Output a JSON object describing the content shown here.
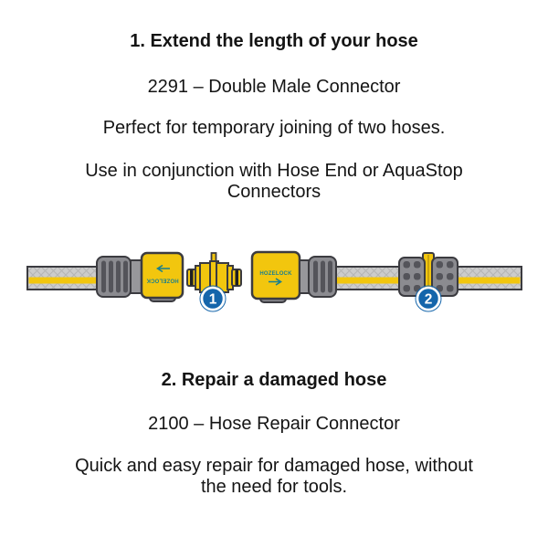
{
  "section1": {
    "heading": "1. Extend the length of your hose",
    "product_line": "2291 – Double Male Connector",
    "description1": "Perfect for temporary joining of two hoses.",
    "description2_line1": "Use in conjunction with Hose End or AquaStop",
    "description2_line2": "Connectors"
  },
  "illustration": {
    "brand_left": "HOZELOCK",
    "brand_right": "HOZELOCK",
    "badges": [
      {
        "label": "1"
      },
      {
        "label": "2"
      }
    ],
    "colors": {
      "connector_yellow": "#f2c60e",
      "hose_gray": "#cccccc",
      "hose_hatch": "#b5b5b5",
      "stripe_yellow": "#f2c60e",
      "nut_gray": "#8b8b90",
      "nut_slot_gray": "#54545a",
      "collar_gray": "#97979b",
      "outline_dark": "#3b3b40",
      "oring_black": "#1f1f23",
      "badge_blue": "#1465ab",
      "brand_teal": "#197f8e"
    }
  },
  "section2": {
    "heading": "2. Repair a damaged hose",
    "product_line": "2100 – Hose Repair Connector",
    "description1_line1": "Quick and easy repair for damaged hose, without",
    "description1_line2": "the need for tools."
  }
}
